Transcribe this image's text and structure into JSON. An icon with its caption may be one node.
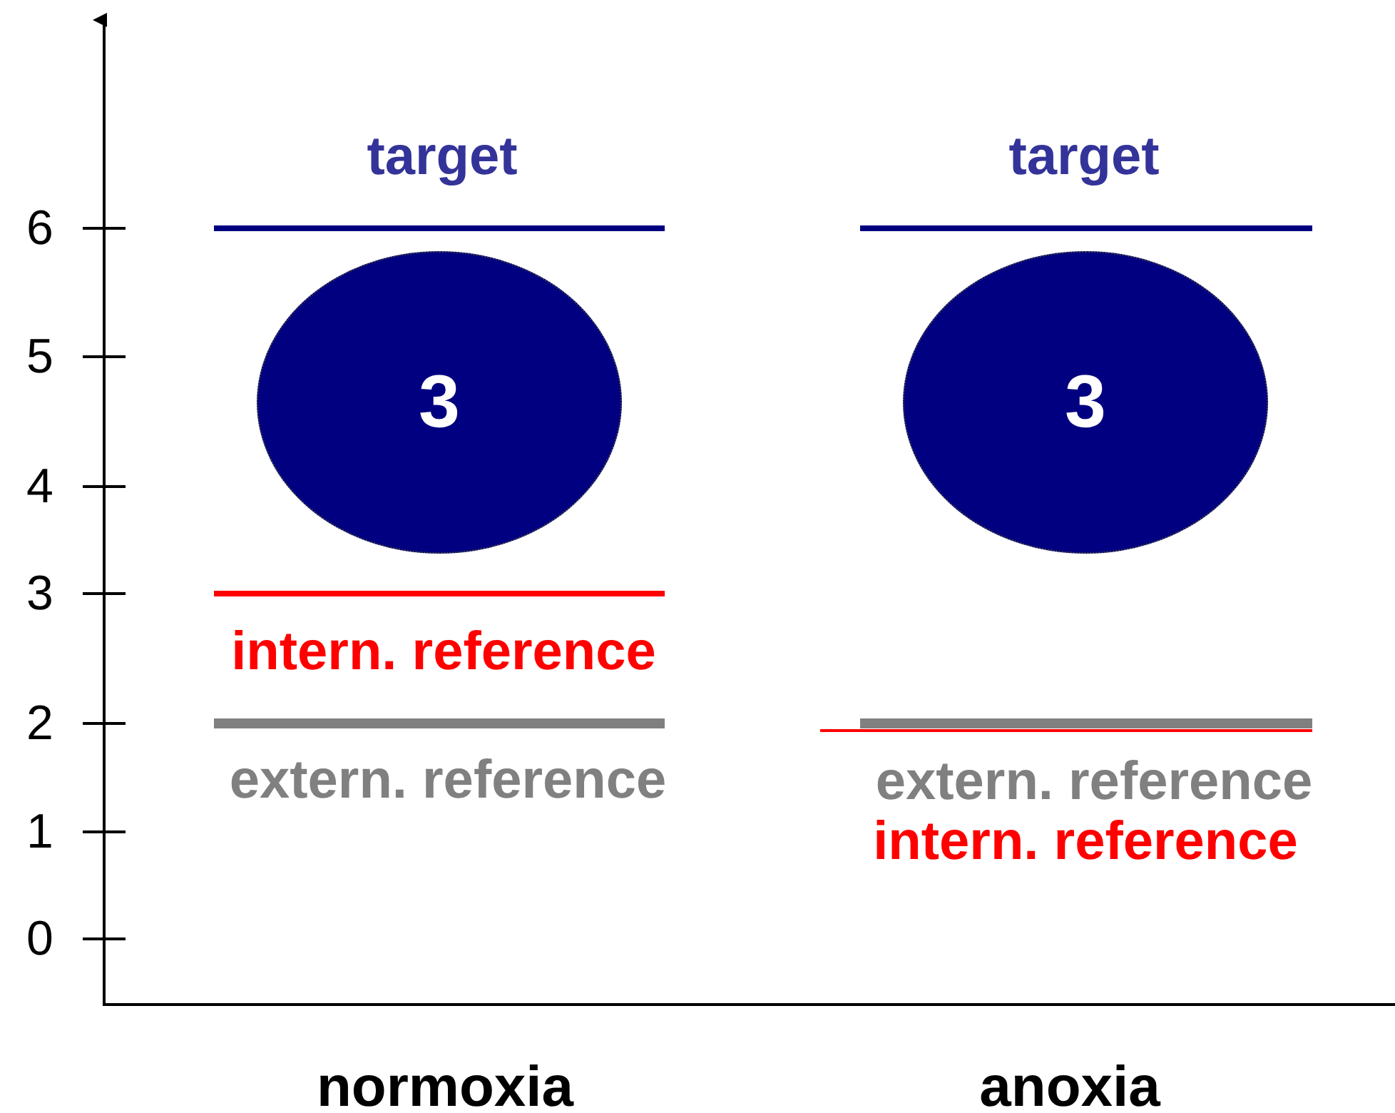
{
  "diagram": {
    "nodes": [
      {
        "text": [
          "3"
        ]
      },
      {
        "text": [
          "3"
        ]
      }
    ],
    "labels": [
      "target",
      "target",
      "6",
      "5",
      "4",
      "3",
      "intern. reference",
      "2",
      "extern. reference",
      "extern. reference",
      "1",
      "intern. reference",
      "0",
      "normoxia",
      "anoxia"
    ]
  }
}
